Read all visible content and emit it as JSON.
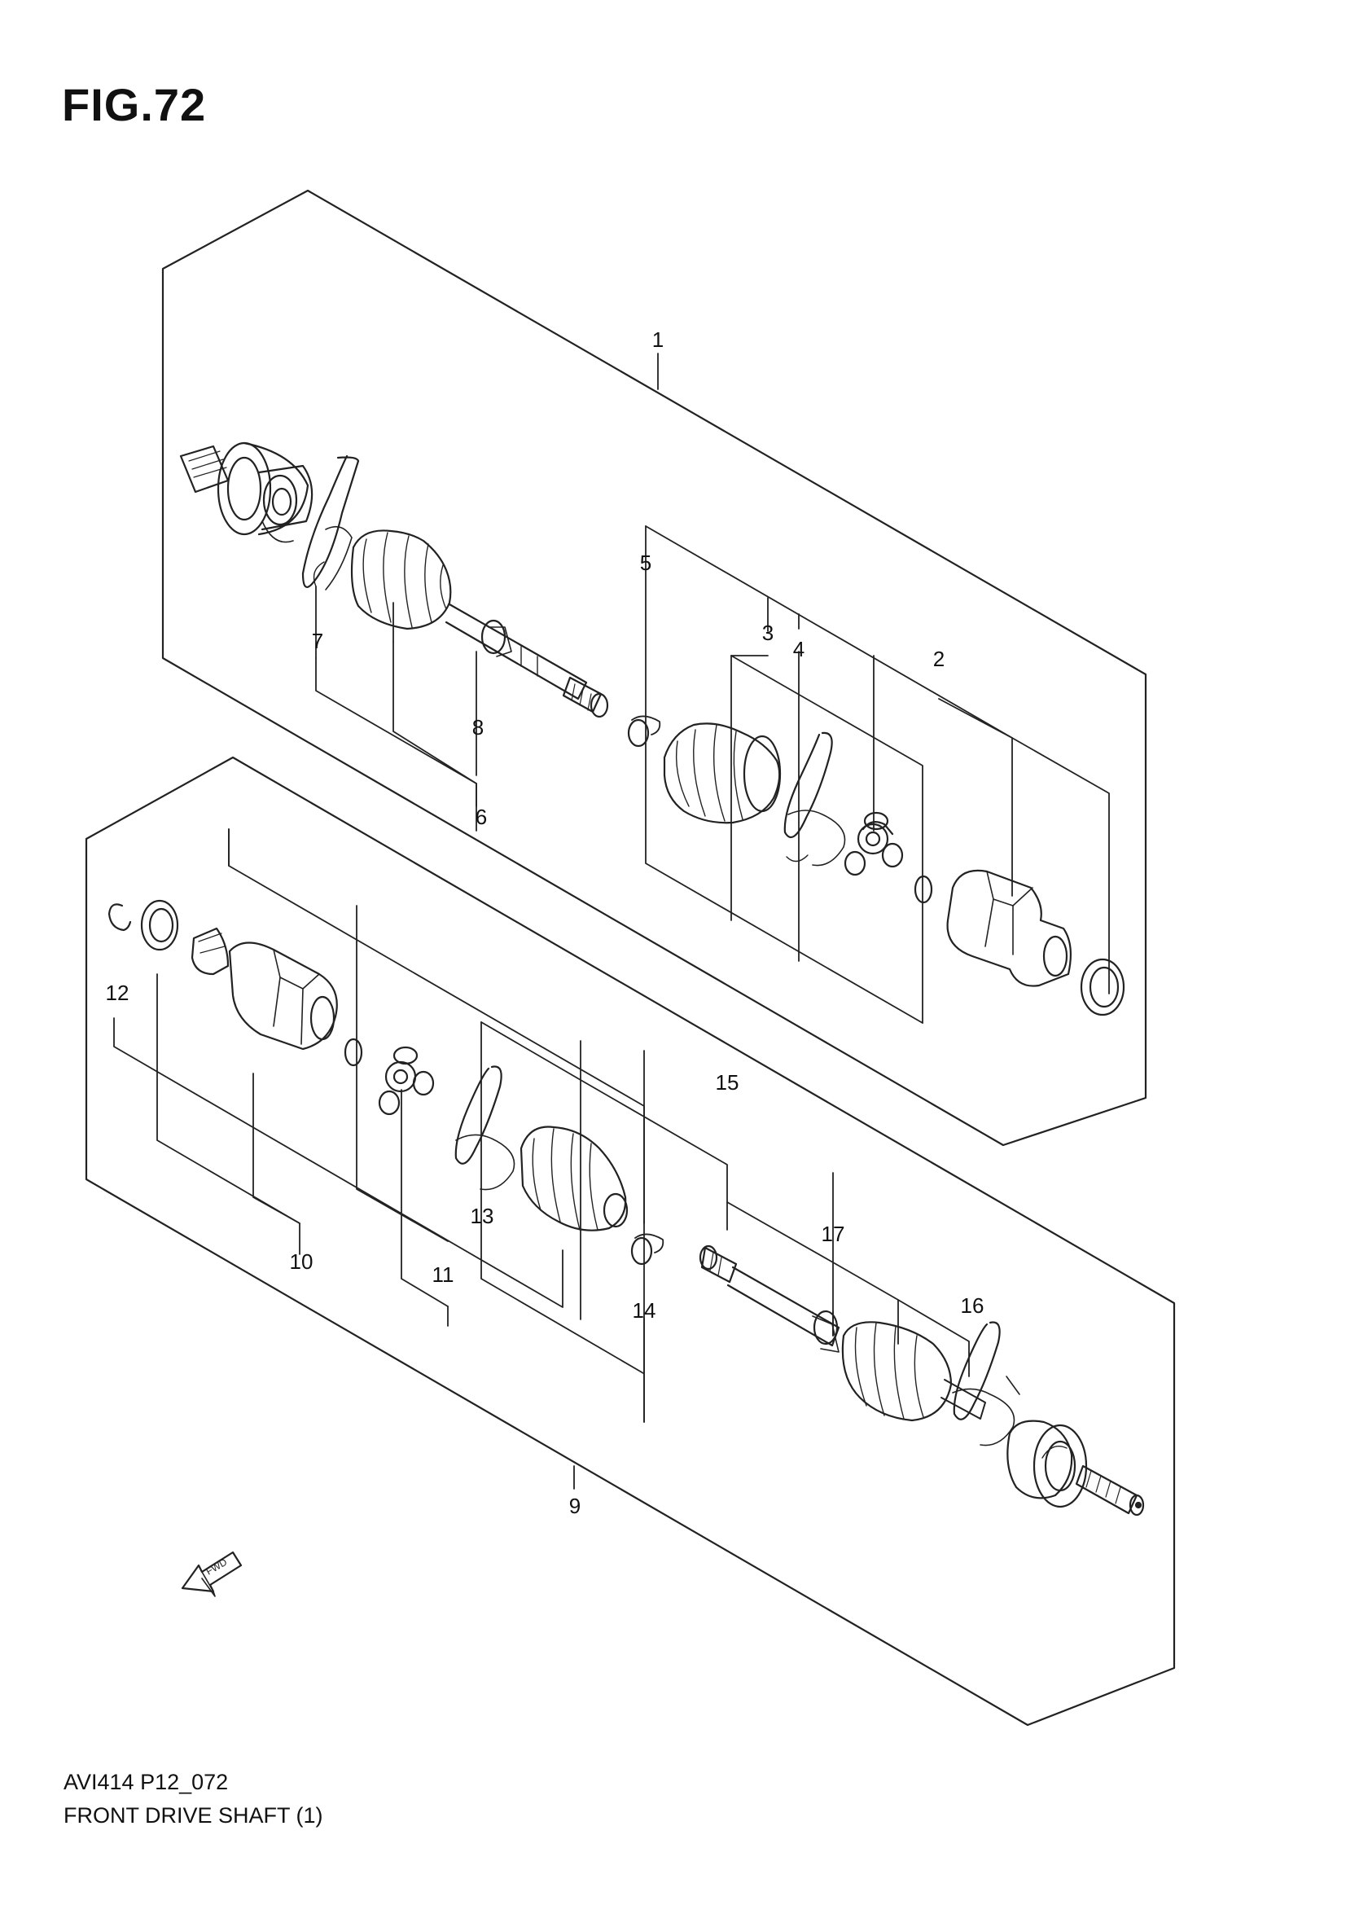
{
  "figure": {
    "title": "FIG.72",
    "code": "AVI414 P12_072",
    "name": "FRONT DRIVE SHAFT (1)"
  },
  "callouts": [
    {
      "id": "c1",
      "label": "1"
    },
    {
      "id": "c2",
      "label": "2"
    },
    {
      "id": "c3",
      "label": "3"
    },
    {
      "id": "c4",
      "label": "4"
    },
    {
      "id": "c5",
      "label": "5"
    },
    {
      "id": "c6",
      "label": "6"
    },
    {
      "id": "c7",
      "label": "7"
    },
    {
      "id": "c8",
      "label": "8"
    },
    {
      "id": "c9",
      "label": "9"
    },
    {
      "id": "c10",
      "label": "10"
    },
    {
      "id": "c11",
      "label": "11"
    },
    {
      "id": "c12",
      "label": "12"
    },
    {
      "id": "c13",
      "label": "13"
    },
    {
      "id": "c14",
      "label": "14"
    },
    {
      "id": "c15",
      "label": "15"
    },
    {
      "id": "c16",
      "label": "16"
    },
    {
      "id": "c17",
      "label": "17"
    }
  ],
  "fwd_marker": "FWD",
  "colors": {
    "line": "#222222",
    "background": "#ffffff"
  }
}
